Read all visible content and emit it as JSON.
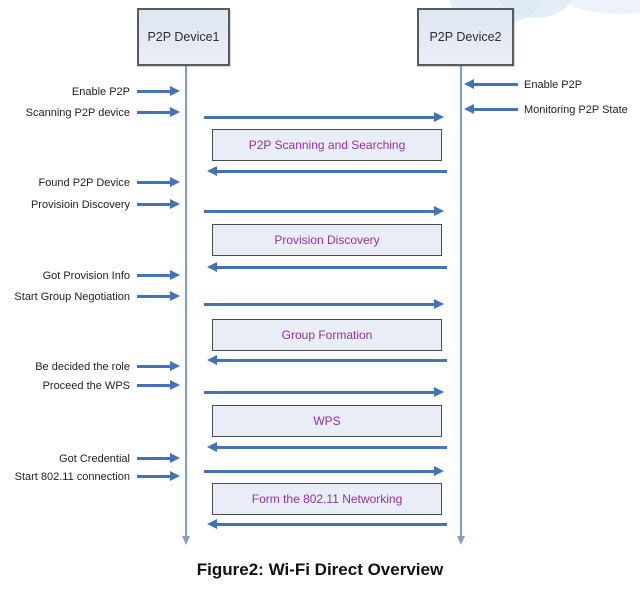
{
  "diagram": {
    "type": "sequence",
    "caption": "Figure2: Wi-Fi Direct Overview",
    "devices": [
      {
        "label": "P2P Device1"
      },
      {
        "label": "P2P Device2"
      }
    ],
    "left_events": [
      {
        "label": "Enable P2P"
      },
      {
        "label": "Scanning P2P device"
      },
      {
        "label": "Found P2P Device"
      },
      {
        "label": "Provisioin Discovery"
      },
      {
        "label": "Got Provision Info"
      },
      {
        "label": "Start Group Negotiation"
      },
      {
        "label": "Be decided the role"
      },
      {
        "label": "Proceed the WPS"
      },
      {
        "label": "Got Credential"
      },
      {
        "label": "Start 802.11 connection"
      }
    ],
    "right_events": [
      {
        "label": "Enable P2P"
      },
      {
        "label": "Monitoring P2P State"
      }
    ],
    "phases": [
      {
        "label": "P2P Scanning and Searching"
      },
      {
        "label": "Provision Discovery"
      },
      {
        "label": "Group Formation"
      },
      {
        "label": "WPS"
      },
      {
        "label": "Form the 802.11 Networking"
      }
    ],
    "colors": {
      "arrow": "#4472b8",
      "lifeline": "#7f9fca",
      "phase_fill": "#e9edf6",
      "phase_text": "#9233a5",
      "device_fill": "#e3eaf4",
      "watermark": "#d9e8f6"
    }
  }
}
